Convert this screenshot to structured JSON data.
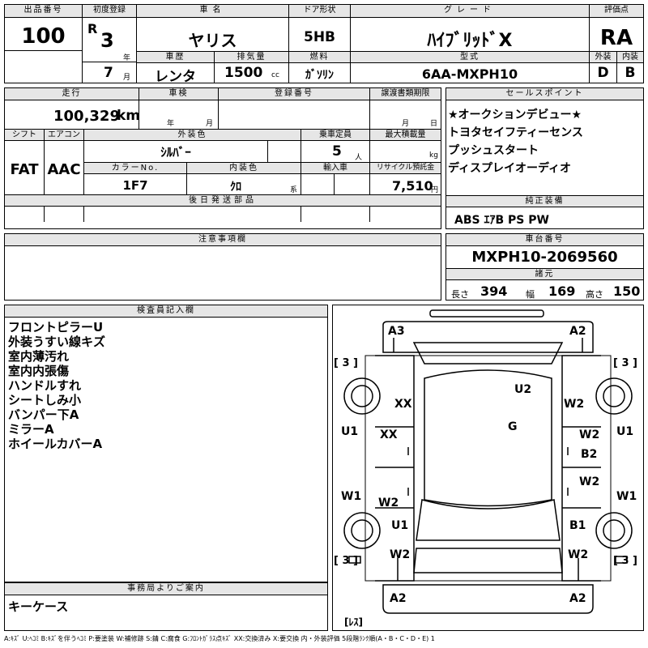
{
  "top": {
    "lot_label": "出品番号",
    "lot_value": "100",
    "first_reg_label": "初度登録",
    "era": "R",
    "year_value": "3",
    "year_unit": "年",
    "month_value": "7",
    "month_unit": "月",
    "car_name_label": "車名",
    "car_name": "ヤリス",
    "history_label": "車歴",
    "history": "レンタ",
    "displacement_label": "排気量",
    "displacement": "1500",
    "displacement_unit": "cc",
    "door_label": "ドア形状",
    "door": "5HB",
    "fuel_label": "燃料",
    "fuel": "ｶﾞｿﾘﾝ",
    "grade_label": "グレード",
    "grade": "ﾊｲﾌﾞﾘｯﾄﾞX",
    "model_label": "型式",
    "model": "6AA-MXPH10",
    "score_label": "評価点",
    "score": "RA",
    "ext_label": "外装",
    "ext": "D",
    "int_label": "内装",
    "int": "B"
  },
  "row2": {
    "mileage_label": "走行",
    "mileage": "100,329",
    "mileage_unit": "km",
    "inspection_label": "車検",
    "inspection_year_unit": "年",
    "inspection_month_unit": "月",
    "regno_label": "登録番号",
    "transfer_label": "譲渡書類期限",
    "transfer_month_unit": "月",
    "transfer_day_unit": "日",
    "shift_label": "シフト",
    "shift": "FAT",
    "ac_label": "エアコン",
    "ac": "AAC",
    "color_label": "外装色",
    "color": "ｼﾙﾊﾞｰ",
    "capacity_label": "乗車定員",
    "capacity": "5",
    "capacity_unit": "人",
    "load_label": "最大積載量",
    "load_unit": "kg",
    "colorno_label": "カラーNo.",
    "colorno": "1F7",
    "intcolor_label": "内装色",
    "intcolor": "ｸﾛ",
    "intcolor_unit": "系",
    "import_label": "輸入車",
    "recycle_label": "リサイクル預託金",
    "recycle": "7,510",
    "recycle_unit": "円",
    "parts_label": "後日発送部品"
  },
  "sales": {
    "label": "セールスポイント",
    "items": [
      "★オークションデビュー★",
      "トヨタセイフティーセンス",
      "プッシュスタート",
      "ディスプレイオーディオ"
    ]
  },
  "equip": {
    "label": "純正装備",
    "value": "ABS ｴｱB PS PW"
  },
  "caution": {
    "label": "注意事項欄"
  },
  "chassis": {
    "label": "車台番号",
    "value": "MXPH10-2069560",
    "dims_label": "諸元",
    "len_label": "長さ",
    "len": "394",
    "wid_label": "幅",
    "wid": "169",
    "hgt_label": "高さ",
    "hgt": "150"
  },
  "inspector": {
    "label": "検査員記入欄",
    "notes": [
      "フロントピラーU",
      "外装うすい線キズ",
      "室内薄汚れ",
      "室内内張傷",
      "ハンドルすれ",
      "シートしみ小",
      "バンパー下A",
      "ミラーA",
      "ホイールカバーA"
    ]
  },
  "office": {
    "label": "事務局よりご案内",
    "value": "キーケース"
  },
  "diagram": {
    "marks": {
      "a3": "A3",
      "a2_tr": "A2",
      "t3l": "[ 3 ]",
      "t3r": "[ 3 ]",
      "u2": "U2",
      "xx1": "XX",
      "w2_r1": "W2",
      "u1_l": "U1",
      "u1_r": "U1",
      "g": "G",
      "xx2": "XX",
      "w2_r2": "W2",
      "b2": "B2",
      "w2_r3": "W2",
      "w1_l": "W1",
      "w1_r": "W1",
      "w2_l": "W2",
      "u1_bl": "U1",
      "b1": "B1",
      "w2_bl": "W2",
      "w2_br": "W2",
      "b3l": "[ 3 ]",
      "b3r": "[ 3 ]",
      "a2_bl": "A2",
      "a2_br": "A2",
      "resu": "[ﾚｽ]"
    }
  },
  "legend": "A:ｷｽﾞ U:ﾍｺﾐ B:ｷｽﾞを伴うﾍｺﾐ P:要塗装 W:補修跡 S:錆 C:腐食 G:ﾌﾛﾝﾄｶﾞﾗｽ点ｷｽﾞ XX:交換済み X:要交換 内・外装評価 5段階ﾗﾝｸ順(A・B・C・D・E) 1"
}
